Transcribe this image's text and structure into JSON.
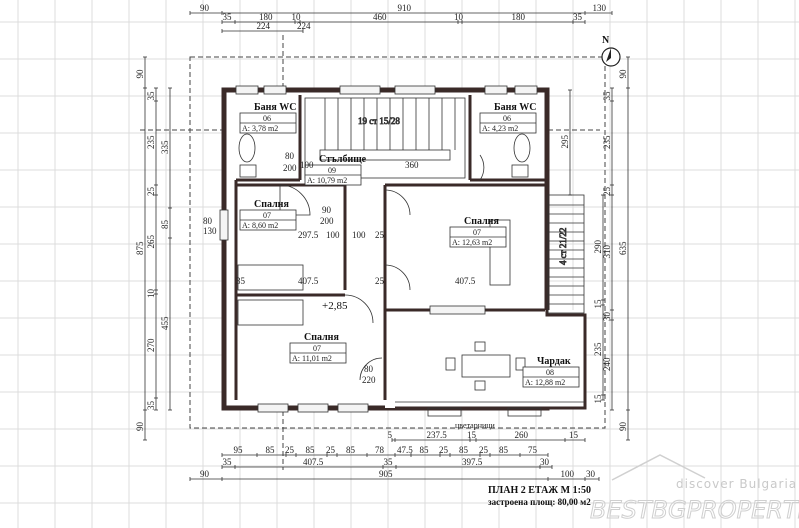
{
  "drawing": {
    "title": "ПЛАН 2 ЕТАЖ М 1:50",
    "subtitle": "застроена площ: 80,00 м2",
    "level_mark": "+2,85",
    "stair_main": "19 ст 15/28",
    "stair_ext": "4 ст 21/22",
    "flower_boxes": "цветарници",
    "north": "N"
  },
  "rooms": [
    {
      "name": "Баня WC",
      "number": "06",
      "area": "A: 3,78 m2"
    },
    {
      "name": "Баня WC",
      "number": "06",
      "area": "A: 4,23 m2"
    },
    {
      "name": "Стълбище",
      "number": "09",
      "area": "A: 10,79 m2"
    },
    {
      "name": "Спалня",
      "number": "07",
      "area": "A: 8,60 m2"
    },
    {
      "name": "Спалня",
      "number": "07",
      "area": "A: 12,63 m2"
    },
    {
      "name": "Спалня",
      "number": "07",
      "area": "A: 11,01 m2"
    },
    {
      "name": "Чардак",
      "number": "08",
      "area": "A: 12,88 m2"
    }
  ],
  "openings": {
    "door_90_200": [
      "90",
      "200"
    ],
    "door_80_200": [
      "80",
      "200"
    ],
    "door_80_220": [
      "80",
      "220"
    ],
    "window_80_130": [
      "80",
      "130"
    ]
  },
  "dimensions": {
    "top1": [
      "90",
      "910",
      "130"
    ],
    "top2": [
      "35",
      "180",
      "10",
      "460",
      "10",
      "180",
      "35"
    ],
    "top3": [
      "224",
      "224"
    ],
    "bottom1": [
      "5",
      "237.5",
      "15",
      "260",
      "15"
    ],
    "bottom2": [
      "95",
      "85",
      "25",
      "85",
      "25",
      "85",
      "78",
      "47.5",
      "85",
      "25",
      "85",
      "25",
      "85",
      "75"
    ],
    "bottom3": [
      "35",
      "407.5",
      "35",
      "397.5",
      "30"
    ],
    "bottom4": [
      "90",
      "905",
      "100",
      "30"
    ],
    "left1": [
      "90",
      "875",
      "90"
    ],
    "left2": [
      "35",
      "235",
      "25",
      "265",
      "10",
      "270",
      "35"
    ],
    "left3": [
      "335",
      "85",
      "455"
    ],
    "right1": [
      "90",
      "635",
      "90"
    ],
    "right2": [
      "35",
      "235",
      "25",
      "310",
      "30",
      "240"
    ],
    "right3": [
      "290",
      "15",
      "235",
      "15"
    ],
    "right4": [
      "295"
    ],
    "interior": [
      "100",
      "360",
      "297.5",
      "100",
      "100",
      "25",
      "407.5",
      "407.5",
      "25",
      "35"
    ]
  },
  "watermark": {
    "line1": "discover Bulgaria",
    "line2": "BESTBGPROPERTIES"
  }
}
